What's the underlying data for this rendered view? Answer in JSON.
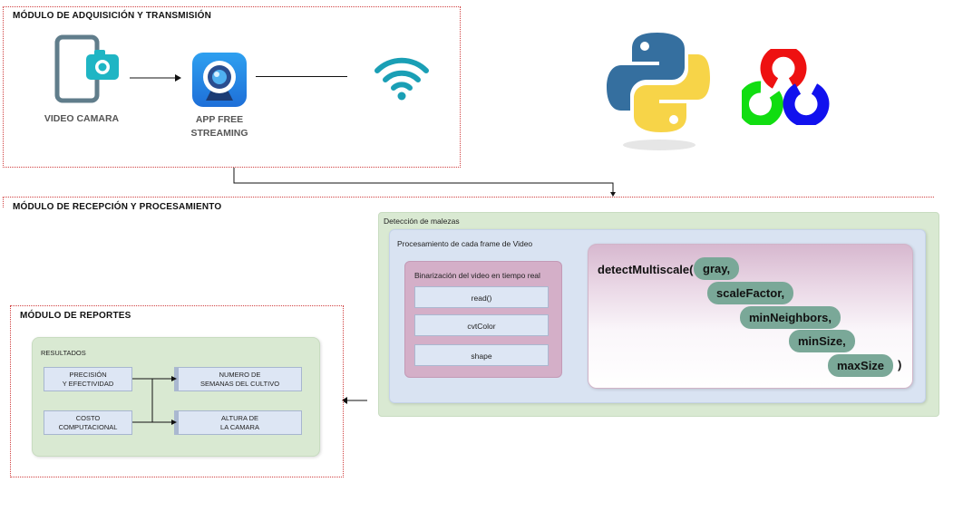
{
  "modules": {
    "acquisition": {
      "title": "MÓDULO DE ADQUISICIÓN Y TRANSMISIÓN",
      "video_camera_label": "VIDEO CAMARA",
      "app_label_line1": "APP FREE",
      "app_label_line2": "STREAMING"
    },
    "reception": {
      "title": "MÓDULO DE RECEPCIÓN Y PROCESAMIENTO",
      "weed_detection_title": "Detección de malezas",
      "frame_processing_title": "Procesamiento de cada frame de Video",
      "binarization": {
        "title": "Binarización del video en tiempo real",
        "functions": [
          "read()",
          "cvtColor",
          "shape"
        ]
      },
      "detect": {
        "function": "detectMultiscale(",
        "params": [
          "gray,",
          "scaleFactor,",
          "minNeighbors,",
          "minSize,",
          "maxSize"
        ],
        "close": ")"
      }
    },
    "reports": {
      "title": "MÓDULO DE REPORTES",
      "results_title": "RESULTADOS",
      "inputs": [
        {
          "line1": "PRECISIÓN",
          "line2": "Y EFECTIVIDAD"
        },
        {
          "line1": "COSTO",
          "line2": "COMPUTACIONAL"
        }
      ],
      "outputs": [
        {
          "line1": "NUMERO DE",
          "line2": "SEMANAS DEL CULTIVO"
        },
        {
          "line1": "ALTURA DE",
          "line2": "LA CAMARA"
        }
      ]
    }
  },
  "colors": {
    "module_border": "#d04040",
    "green_panel": "#d9e9d2",
    "blue_panel": "#d9e3f2",
    "pink_panel": "#d4afc8",
    "pill": "#7aa898",
    "wifi": "#1a9fb5",
    "camera_phone": "#607d8b",
    "camera_lens": "#1fb5c4"
  },
  "icons": [
    "phone-camera-icon",
    "streaming-app-icon",
    "wifi-icon",
    "python-logo",
    "opencv-logo"
  ]
}
